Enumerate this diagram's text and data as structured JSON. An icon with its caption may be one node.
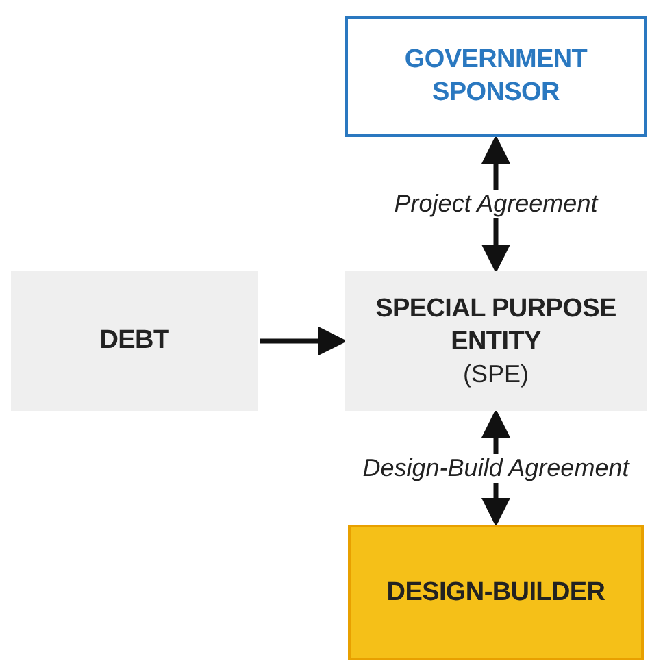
{
  "diagram": {
    "nodes": [
      {
        "text": [
          "GOVERNMENT SPONSOR"
        ]
      },
      {
        "text": [
          "DEBT"
        ]
      },
      {
        "text": [
          "SPECIAL PURPOSE ENTITY",
          "(SPE)"
        ]
      },
      {
        "text": [
          "DESIGN-BUILDER"
        ]
      }
    ],
    "edges": [
      {
        "from": 2,
        "to": 0,
        "arrow": "both",
        "label": "Project Agreement"
      },
      {
        "from": 1,
        "to": 2,
        "arrow": "to"
      },
      {
        "from": 2,
        "to": 3,
        "arrow": "both",
        "label": "Design-Build Agreement"
      }
    ]
  }
}
